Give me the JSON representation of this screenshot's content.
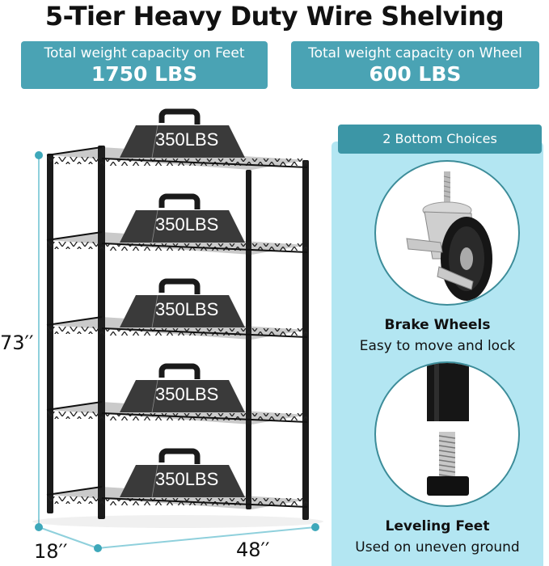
{
  "title": "5-Tier Heavy Duty Wire Shelving",
  "capacity": [
    {
      "label": "Total weight capacity on Feet",
      "value": "1750 LBS"
    },
    {
      "label": "Total weight capacity on Wheel",
      "value": "600 LBS"
    }
  ],
  "tiers": [
    {
      "weight": "350LBS"
    },
    {
      "weight": "350LBS"
    },
    {
      "weight": "350LBS"
    },
    {
      "weight": "350LBS"
    },
    {
      "weight": "350LBS"
    }
  ],
  "dimensions": {
    "height": "73′′",
    "depth": "18′′",
    "width": "48′′"
  },
  "bottom_choices": {
    "header": "2 Bottom Choices",
    "options": [
      {
        "title": "Brake Wheels",
        "subtitle": "Easy to move and lock",
        "icon": "caster-wheel-icon"
      },
      {
        "title": "Leveling Feet",
        "subtitle": "Used on uneven ground",
        "icon": "leveling-foot-icon"
      }
    ]
  },
  "colors": {
    "accent": "#4aa3b4",
    "panel_bg": "#b3e6f2",
    "header_bg": "#3c96a6",
    "frame": "#1a1a1a"
  }
}
